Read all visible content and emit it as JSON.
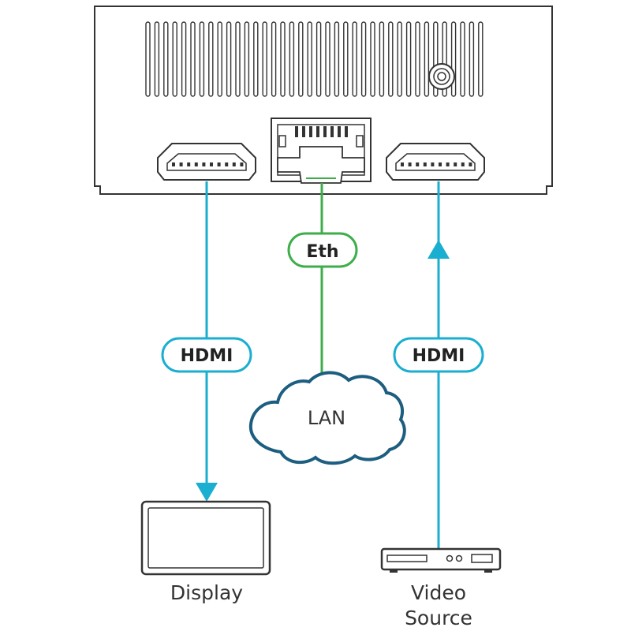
{
  "labels": {
    "eth_tag": "Eth",
    "hdmi_out_tag": "HDMI",
    "hdmi_in_tag": "HDMI",
    "lan": "LAN",
    "display": "Display",
    "video_source_line1": "Video",
    "video_source_line2": "Source"
  },
  "colors": {
    "hdmi_cable": "#1aaed0",
    "ethernet_cable": "#3dae49",
    "cloud_outline": "#1d5e80",
    "device_outline": "#333333"
  },
  "icons": {
    "device": "rear-panel-device",
    "display": "display-monitor-icon",
    "source": "media-player-icon",
    "network": "cloud-icon"
  }
}
